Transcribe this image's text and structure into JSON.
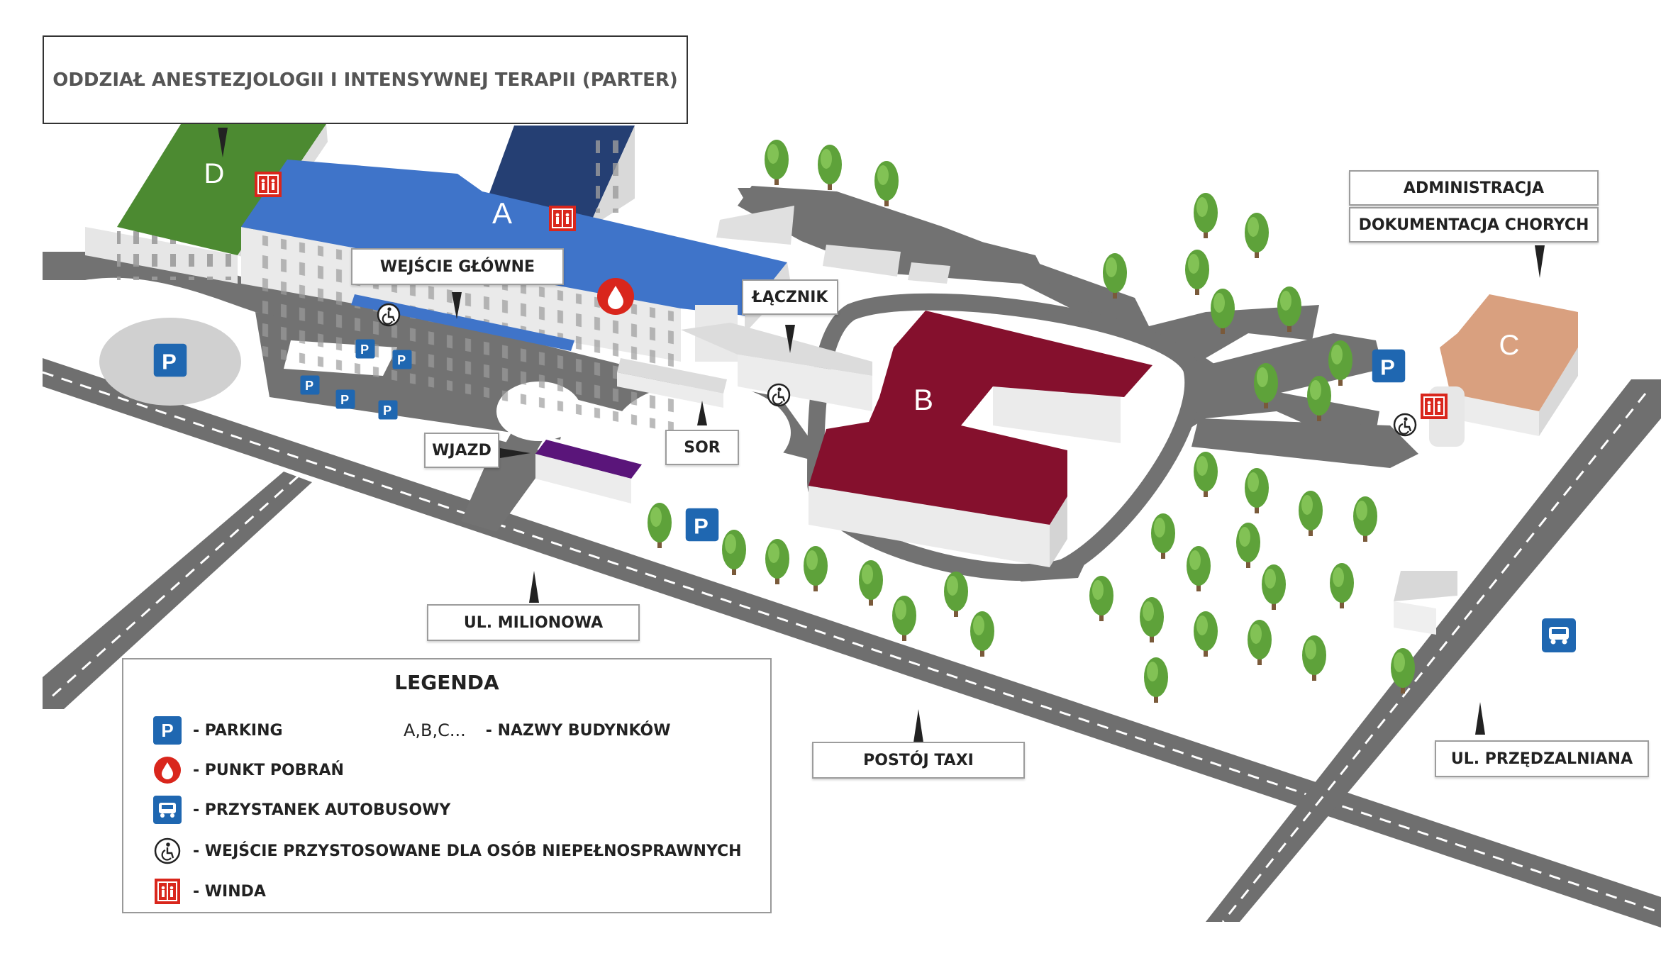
{
  "title": "ODDZIAŁ ANESTEZJOLOGII I INTENSYWNEJ TERAPII (PARTER)",
  "buildings": {
    "a": "A",
    "b": "B",
    "c": "C",
    "d": "D"
  },
  "labels": {
    "main_entrance": "WEJŚCIE GŁÓWNE",
    "connector": "ŁĄCZNIK",
    "entry": "WJAZD",
    "sor": "SOR",
    "administration": "ADMINISTRACJA",
    "records": "DOKUMENTACJA CHORYCH",
    "street_milionowa": "UL. MILIONOWA",
    "taxi": "POSTÓJ TAXI",
    "street_przedzalniana": "UL. PRZĘDZALNIANA"
  },
  "legend": {
    "title": "LEGENDA",
    "parking": "- PARKING",
    "blood": "- PUNKT POBRAŃ",
    "bus": "- PRZYSTANEK AUTOBUSOWY",
    "accessible": "- WEJŚCIE PRZYSTOSOWANE DLA OSÓB NIEPEŁNOSPRAWNYCH",
    "elevator": "- WINDA",
    "letters": "A,B,C...",
    "building_names": "- NAZWY BUDYNKÓW"
  },
  "icons": {
    "parking": "parking-icon",
    "parking_symbol": "P",
    "blood": "blood-drop-icon",
    "bus": "bus-icon",
    "accessible": "wheelchair-icon",
    "elevator": "elevator-icon"
  },
  "colors": {
    "building_a": "#3f74c9",
    "building_a_dark": "#253f73",
    "building_b": "#85102d",
    "building_c": "#d9a07f",
    "building_d": "#4c8a31",
    "entry_building": "#5a157a",
    "road": "#6f6f6f",
    "plaza": "#c4c4c4",
    "parking_blue": "#1f67b1",
    "elevator_red": "#d9261c",
    "tree": "#6aac3c"
  }
}
